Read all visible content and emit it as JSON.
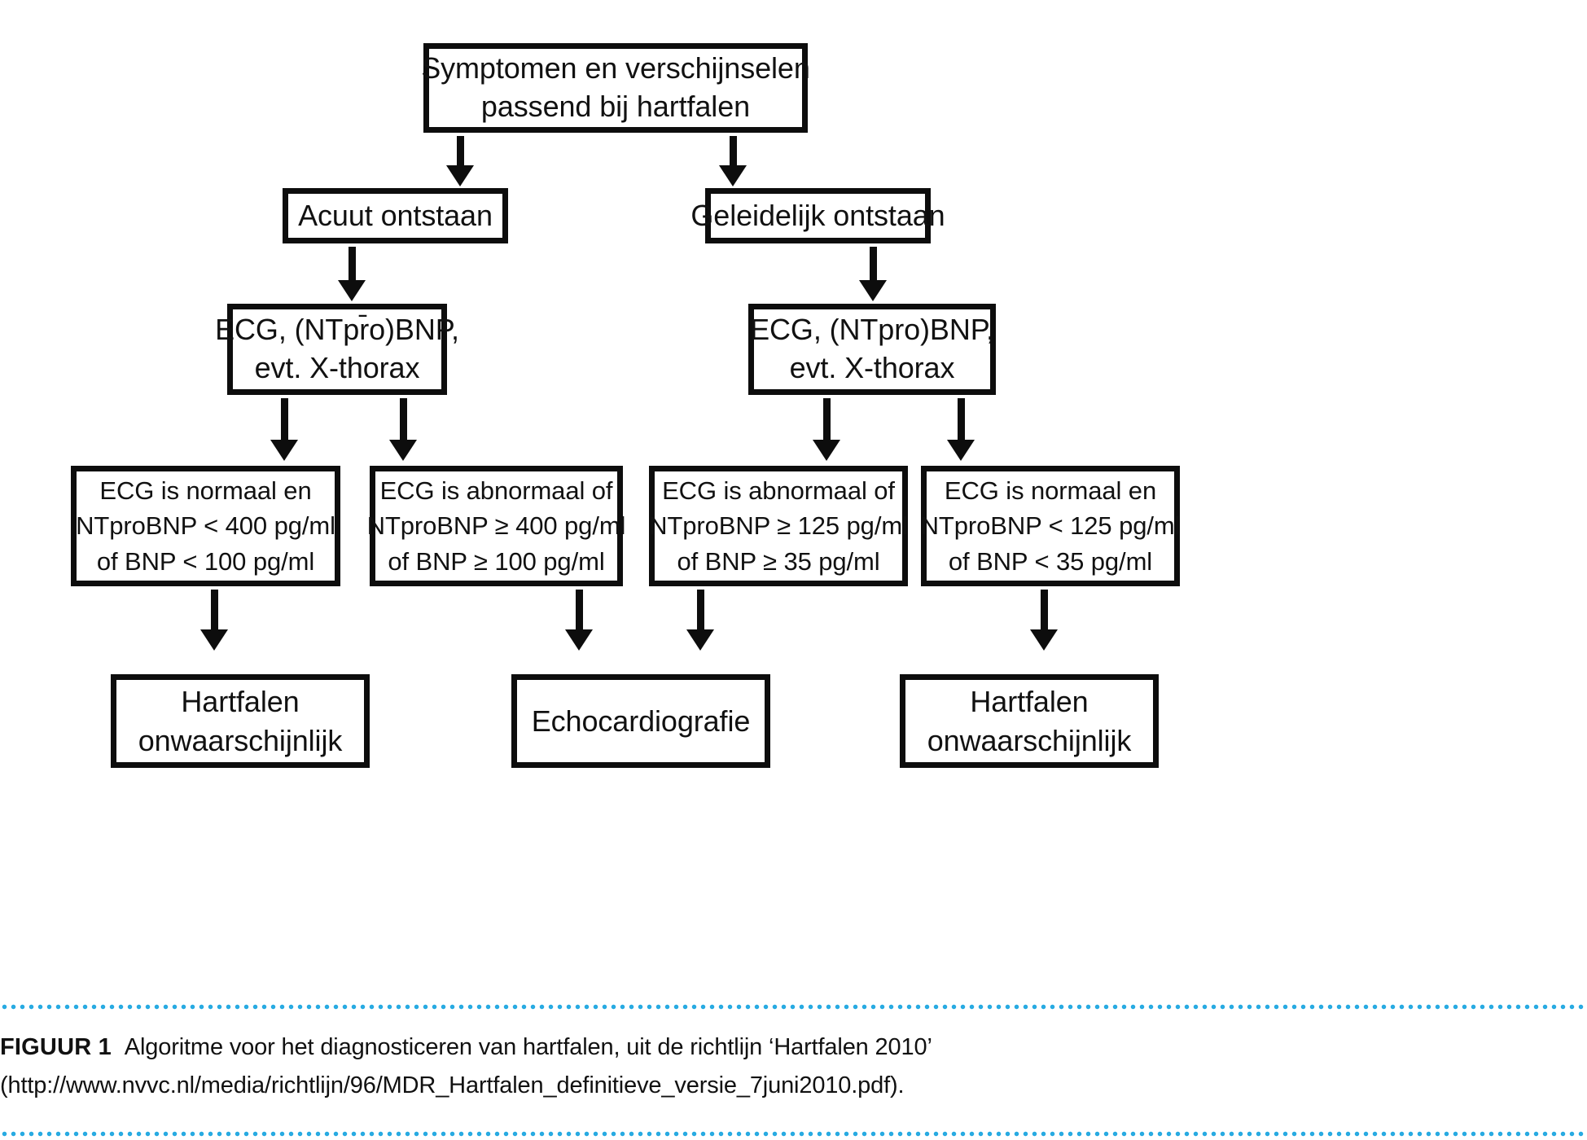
{
  "figure": {
    "label": "FIGUUR 1",
    "caption": "Algoritme voor het diagnosticeren van hartfalen, uit de richtlijn ‘Hartfalen 2010’ (http://www.nvvc.nl/media/richtlijn/96/MDR_Hartfalen_definitieve_versie_7juni2010.pdf).",
    "rule_color": "#29ABE2"
  },
  "chart_data": {
    "type": "diagram",
    "diagram_kind": "flowchart",
    "title": "Algoritme voor het diagnosticeren van hartfalen",
    "orientation": "top-down",
    "nodes": [
      {
        "id": "root",
        "row": 1,
        "lines": [
          "Symptomen en verschijnselen",
          "passend bij hartfalen"
        ]
      },
      {
        "id": "acute",
        "row": 2,
        "lines": [
          "Acuut ontstaan"
        ]
      },
      {
        "id": "gradual",
        "row": 2,
        "lines": [
          "Geleidelijk ontstaan"
        ]
      },
      {
        "id": "test-l",
        "row": 3,
        "lines": [
          "ECG, (NTpr̄o)BNP,",
          "evt. X-thorax"
        ]
      },
      {
        "id": "test-r",
        "row": 3,
        "lines": [
          "ECG, (NTpro)BNP,",
          "evt. X-thorax"
        ]
      },
      {
        "id": "crit1",
        "row": 4,
        "lines": [
          "ECG is normaal en",
          "NTproBNP < 400 pg/ml",
          "of BNP < 100 pg/ml"
        ]
      },
      {
        "id": "crit2",
        "row": 4,
        "lines": [
          "ECG is abnormaal of",
          "NTproBNP ≥ 400 pg/ml",
          "of BNP ≥ 100 pg/ml"
        ]
      },
      {
        "id": "crit3",
        "row": 4,
        "lines": [
          "ECG is abnormaal of",
          "NTproBNP ≥ 125 pg/ml",
          "of BNP ≥ 35 pg/ml"
        ]
      },
      {
        "id": "crit4",
        "row": 4,
        "lines": [
          "ECG is normaal en",
          "NTproBNP < 125 pg/ml",
          "of BNP < 35 pg/ml"
        ]
      },
      {
        "id": "out1",
        "row": 5,
        "lines": [
          "Hartfalen",
          "onwaarschijnlijk"
        ]
      },
      {
        "id": "out2",
        "row": 5,
        "lines": [
          "Echocardiografie"
        ]
      },
      {
        "id": "out3",
        "row": 5,
        "lines": [
          "Hartfalen",
          "onwaarschijnlijk"
        ]
      }
    ],
    "edges": [
      {
        "from": "root",
        "to": "acute"
      },
      {
        "from": "root",
        "to": "gradual"
      },
      {
        "from": "acute",
        "to": "test-l"
      },
      {
        "from": "gradual",
        "to": "test-r"
      },
      {
        "from": "test-l",
        "to": "crit1"
      },
      {
        "from": "test-l",
        "to": "crit2"
      },
      {
        "from": "test-r",
        "to": "crit3"
      },
      {
        "from": "test-r",
        "to": "crit4"
      },
      {
        "from": "crit1",
        "to": "out1"
      },
      {
        "from": "crit2",
        "to": "out2"
      },
      {
        "from": "crit3",
        "to": "out2"
      },
      {
        "from": "crit4",
        "to": "out3"
      }
    ],
    "style": {
      "box_fill": "#ffffff",
      "box_stroke": "#0d0d0d",
      "text_color": "#111111"
    }
  },
  "nodes": {
    "root": {
      "line1": "Symptomen en verschijnselen",
      "line2": "passend bij hartfalen"
    },
    "acute": {
      "line1": "Acuut ontstaan"
    },
    "gradual": {
      "line1": "Geleidelijk ontstaan"
    },
    "test_l": {
      "line1": "ECG, (NTpr̄o)BNP,",
      "line2": "evt. X-thorax"
    },
    "test_r": {
      "line1": "ECG, (NTpro)BNP,",
      "line2": "evt. X-thorax"
    },
    "crit1": {
      "line1": "ECG is normaal en",
      "line2": "NTproBNP < 400 pg/ml",
      "line3": "of BNP < 100 pg/ml"
    },
    "crit2": {
      "line1": "ECG is abnormaal of",
      "line2": "NTproBNP ≥ 400 pg/ml",
      "line3": "of BNP ≥ 100 pg/ml"
    },
    "crit3": {
      "line1": "ECG is abnormaal of",
      "line2": "NTproBNP ≥ 125 pg/ml",
      "line3": "of BNP ≥ 35 pg/ml"
    },
    "crit4": {
      "line1": "ECG is normaal en",
      "line2": "NTproBNP < 125 pg/ml",
      "line3": "of BNP < 35 pg/ml"
    },
    "out1": {
      "line1": "Hartfalen",
      "line2": "onwaarschijnlijk"
    },
    "out2": {
      "line1": "Echocardiografie"
    },
    "out3": {
      "line1": "Hartfalen",
      "line2": "onwaarschijnlijk"
    }
  }
}
